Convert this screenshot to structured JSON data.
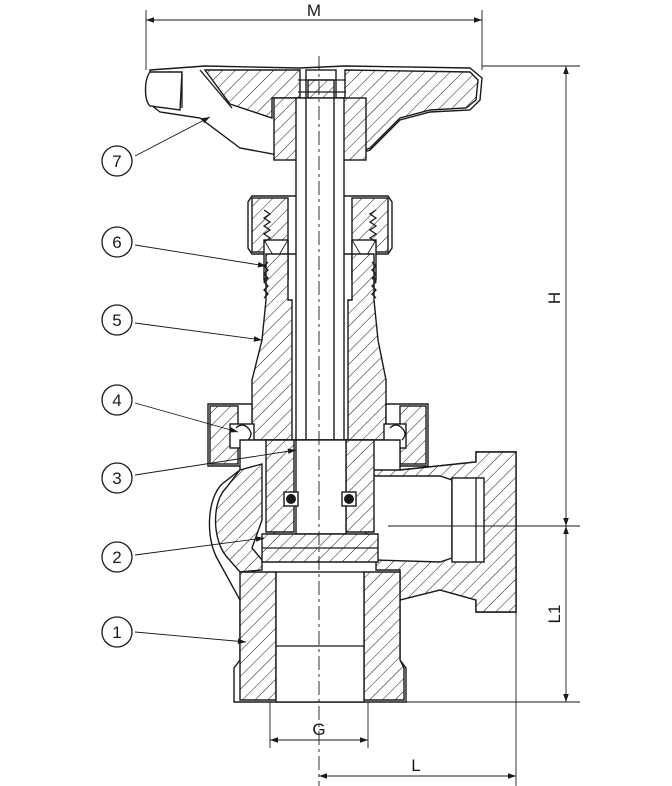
{
  "dimensions": {
    "m": "M",
    "h": "H",
    "l1": "L1",
    "g": "G",
    "l": "L"
  },
  "parts": [
    {
      "id": "7"
    },
    {
      "id": "6"
    },
    {
      "id": "5"
    },
    {
      "id": "4"
    },
    {
      "id": "3"
    },
    {
      "id": "2"
    },
    {
      "id": "1"
    }
  ]
}
